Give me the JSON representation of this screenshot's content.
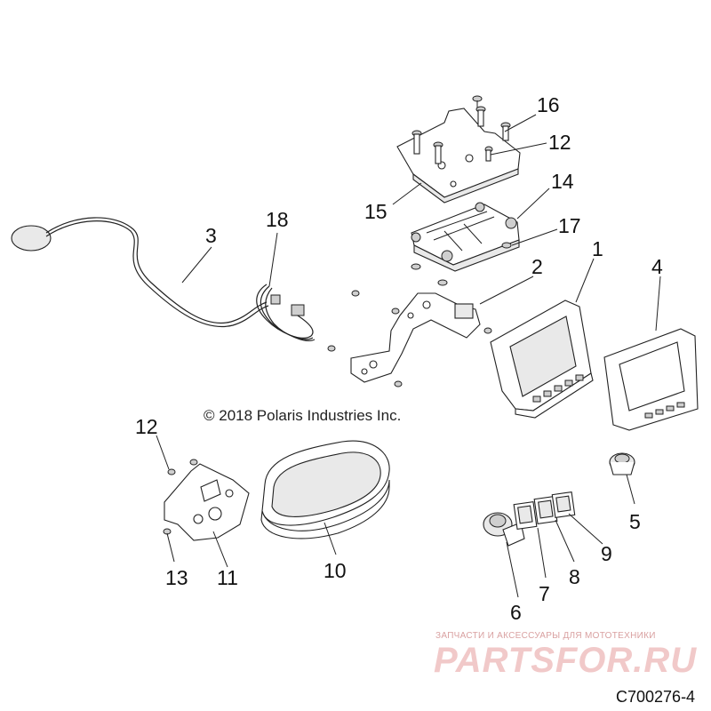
{
  "callouts": {
    "c1": "1",
    "c2": "2",
    "c3": "3",
    "c4": "4",
    "c5": "5",
    "c6": "6",
    "c7": "7",
    "c8": "8",
    "c9": "9",
    "c10": "10",
    "c11": "11",
    "c12a": "12",
    "c12b": "12",
    "c13": "13",
    "c14": "14",
    "c15": "15",
    "c16": "16",
    "c17": "17",
    "c18": "18"
  },
  "copyright": "© 2018 Polaris Industries Inc.",
  "diagram_code": "C700276-4",
  "watermark": {
    "tagline": "ЗАПЧАСТИ И АКСЕССУАРЫ ДЛЯ МОТОТЕХНИКИ",
    "logo": "PARTSFOR.RU"
  }
}
